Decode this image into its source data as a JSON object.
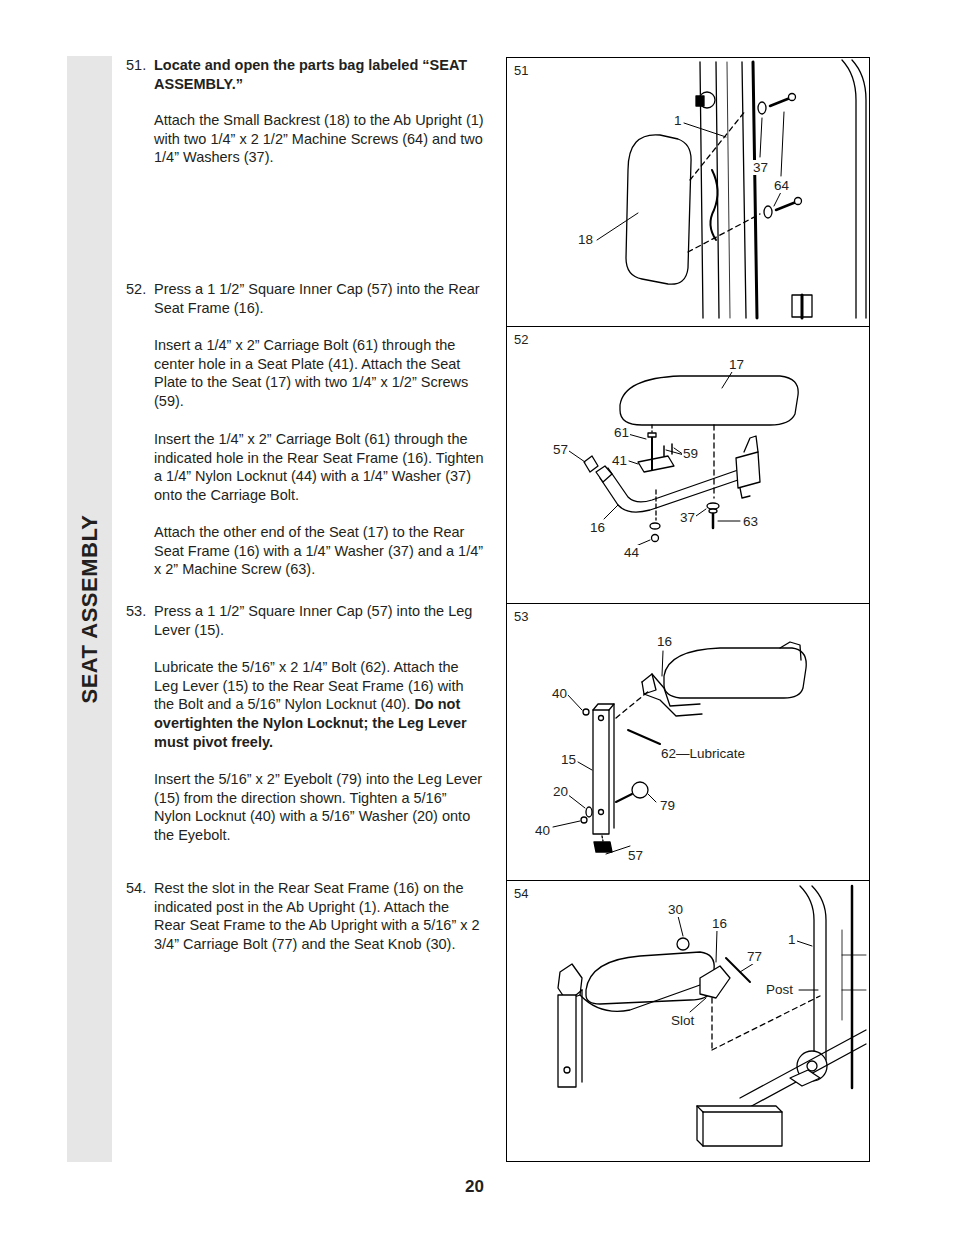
{
  "diagram": {
    "nodes": [
      {
        "text": [
          "SEAT ASSEMBLY"
        ]
      },
      {
        "text": [
          "51"
        ]
      },
      {
        "text": [
          "52"
        ]
      },
      {
        "text": [
          "53"
        ]
      },
      {
        "text": [
          "54"
        ]
      }
    ],
    "labels": [
      "51.",
      "Locate and open the parts bag labeled “SEAT ASSEMBLY.”",
      "Attach the Small Backrest (18) to the Ab Upright (1) with two 1/4” x 2 1/2” Machine Screws (64) and two 1/4” Washers (37).",
      "52.",
      "Press a 1 1/2” Square Inner Cap (57) into the Rear Seat Frame (16).",
      "Insert a 1/4” x 2” Carriage Bolt (61) through the center hole in a Seat Plate (41). Attach the Seat Plate to the Seat (17) with two 1/4” x 1/2” Screws (59).",
      "Insert the 1/4” x 2” Carriage Bolt (61) through the indicated hole in the Rear Seat Frame (16). Tighten a 1/4” Nylon Locknut (44) with a 1/4” Washer (37) onto the Carriage Bolt.",
      "Attach the other end of the Seat (17) to the Rear Seat Frame (16) with a 1/4” Washer (37) and a 1/4” x 2” Machine Screw (63).",
      "53.",
      "Press a 1 1/2” Square Inner Cap (57) into the Leg Lever (15).",
      "Lubricate the 5/16” x 2 1/4” Bolt (62). Attach the Leg Lever (15) to the Rear Seat Frame (16) with the Bolt and a 5/16” Nylon Locknut (40).",
      "Do not overtighten the Nylon Locknut; the Leg Lever must pivot freely.",
      "Insert the 5/16” x 2” Eyebolt (79) into the Leg Lever (15) from the direction shown. Tighten a 5/16” Nylon Locknut (40) with a 5/16” Washer (20) onto the Eyebolt.",
      "54.",
      "Rest the slot in the Rear Seat Frame (16) on the indicated post in the Ab Upright (1). Attach the Rear Seat Frame to the Ab Upright with a 5/16” x 2 3/4” Carriage Bolt (77) and the Seat Knob (30).",
      "20",
      "1",
      "37",
      "64",
      "18",
      "17",
      "61",
      "57",
      "59",
      "41",
      "16",
      "37",
      "63",
      "44",
      "16",
      "40",
      "15",
      "62—Lubricate",
      "20",
      "79",
      "40",
      "57",
      "30",
      "16",
      "1",
      "77",
      "Post",
      "Slot"
    ]
  }
}
